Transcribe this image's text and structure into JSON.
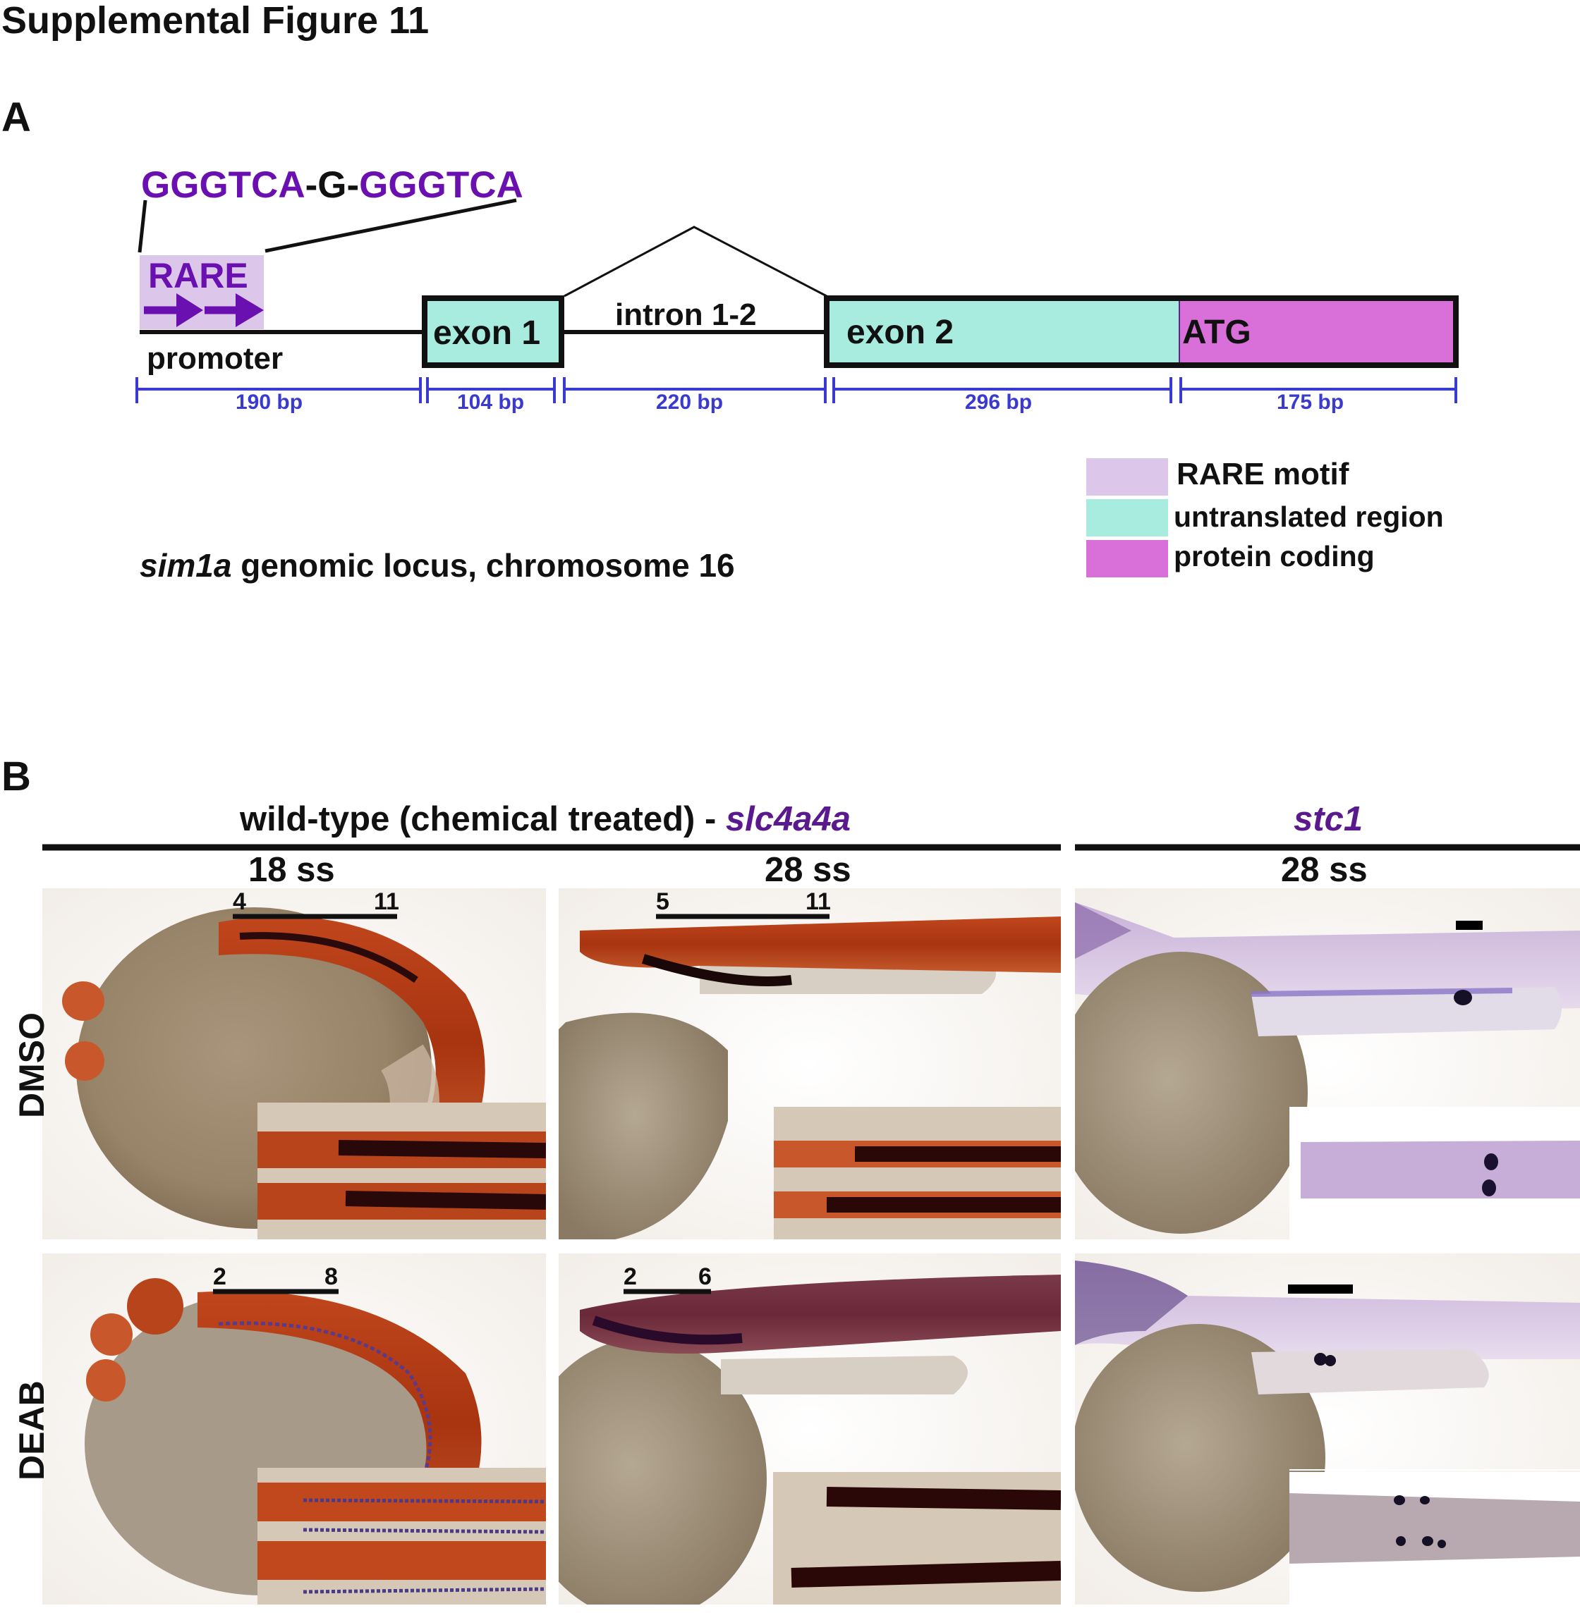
{
  "figure_title": "Supplemental Figure 11",
  "panel_a": {
    "label": "A",
    "motif_sequence": {
      "half1": "GGGTCA",
      "spacer": "-G-",
      "half2": "GGGTCA"
    },
    "rare_label": "RARE",
    "promoter_label": "promoter",
    "exon1_label": "exon 1",
    "intron_label": "intron 1-2",
    "exon2_label": "exon 2",
    "atg_label": "ATG",
    "segment_lengths": [
      "190 bp",
      "104 bp",
      "220 bp",
      "296 bp",
      "175 bp"
    ],
    "locus_caption": {
      "gene": "sim1a",
      "rest": " genomic locus, chromosome 16"
    },
    "legend": [
      {
        "label": "RARE motif",
        "color": "#dcc6ea"
      },
      {
        "label": "untranslated region",
        "color": "#a8ece0"
      },
      {
        "label": "protein coding",
        "color": "#d970d9"
      }
    ]
  },
  "panel_b": {
    "label": "B",
    "group1_heading": {
      "prefix": "wild-type (chemical treated) - ",
      "gene": "slc4a4a"
    },
    "group2_heading": {
      "gene": "stc1"
    },
    "stages": [
      "18 ss",
      "28 ss",
      "28 ss"
    ],
    "rows": [
      "DMSO",
      "DEAB"
    ],
    "segment_markers": [
      {
        "start": "4",
        "end": "11"
      },
      {
        "start": "5",
        "end": "11"
      },
      {
        "start": "2",
        "end": "8"
      },
      {
        "start": "2",
        "end": "6"
      }
    ]
  },
  "colors": {
    "motif_purple": "#5a1a8e",
    "scale_blue": "#3a3ad0",
    "utr_teal": "#a8ece0",
    "coding_magenta": "#d970d9",
    "rare_lilac": "#dcc6ea"
  }
}
